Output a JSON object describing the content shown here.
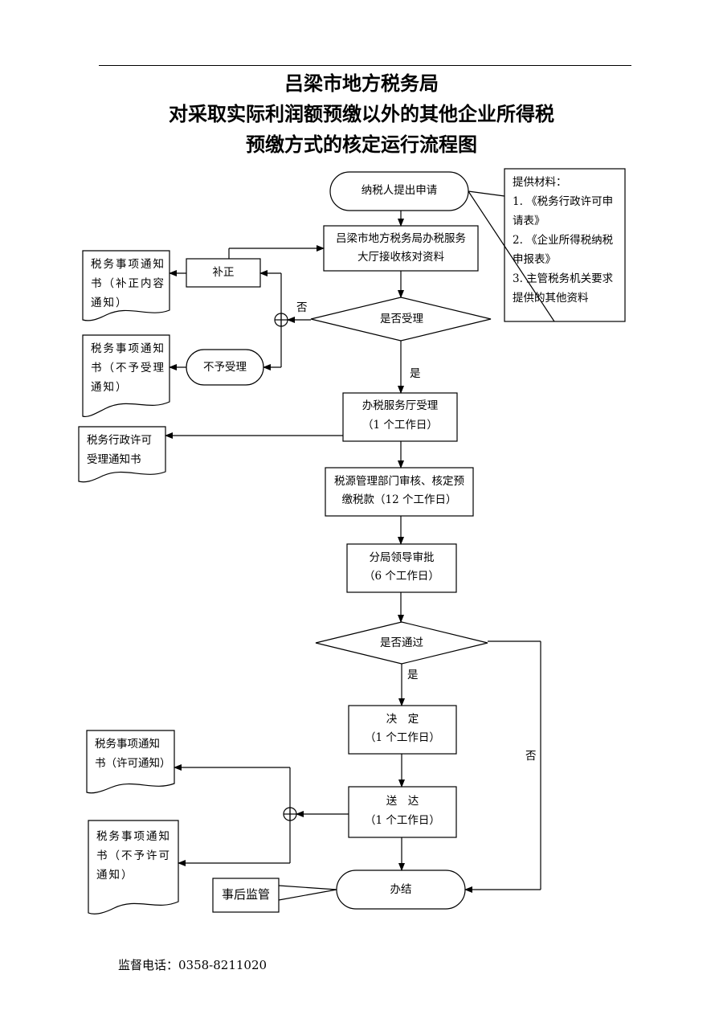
{
  "header": {
    "line1": "吕梁市地方税务局",
    "line2": "对采取实际利润额预缴以外的其他企业所得税",
    "line3": "预缴方式的核定运行流程图"
  },
  "nodes": {
    "start": "纳税人提出申请",
    "reception_l1": "吕梁市地方税务局办税服务",
    "reception_l2": "大厅接收核对资料",
    "correction": "补正",
    "decision_accept": "是否受理",
    "reject": "不予受理",
    "accept_l1": "办税服务厅受理",
    "accept_l2": "（1 个工作日）",
    "review_l1": "税源管理部门审核、核定预",
    "review_l2": "缴税款（12 个工作日）",
    "approve_l1": "分局领导审批",
    "approve_l2": "（6 个工作日）",
    "decision_pass": "是否通过",
    "decide_l1": "决　定",
    "decide_l2": "（1 个工作日）",
    "deliver_l1": "送　达",
    "deliver_l2": "（1 个工作日）",
    "end": "办结",
    "supervision": "事后监管"
  },
  "materials": {
    "heading": "提供材料：",
    "lines": [
      "1. 《税务行政许可申",
      "请表》",
      "2. 《企业所得税纳税",
      "申报表》",
      "3. 主管税务机关要求",
      "提供的其他资料"
    ]
  },
  "documents": {
    "correction_notice": [
      "税务事项通知",
      "书（补正内容",
      "通知）"
    ],
    "reject_notice": [
      "税务事项通知",
      "书（不予受理",
      "通知）"
    ],
    "admin_notice": [
      "税务行政许可",
      "受理通知书"
    ],
    "permit_notice": [
      "税务事项通知",
      "书（许可通知）"
    ],
    "deny_notice": [
      "税务事项通知",
      "书（不予许可",
      "通知）"
    ]
  },
  "labels": {
    "no": "否",
    "yes": "是"
  },
  "footer": "监督电话：0358-8211020"
}
